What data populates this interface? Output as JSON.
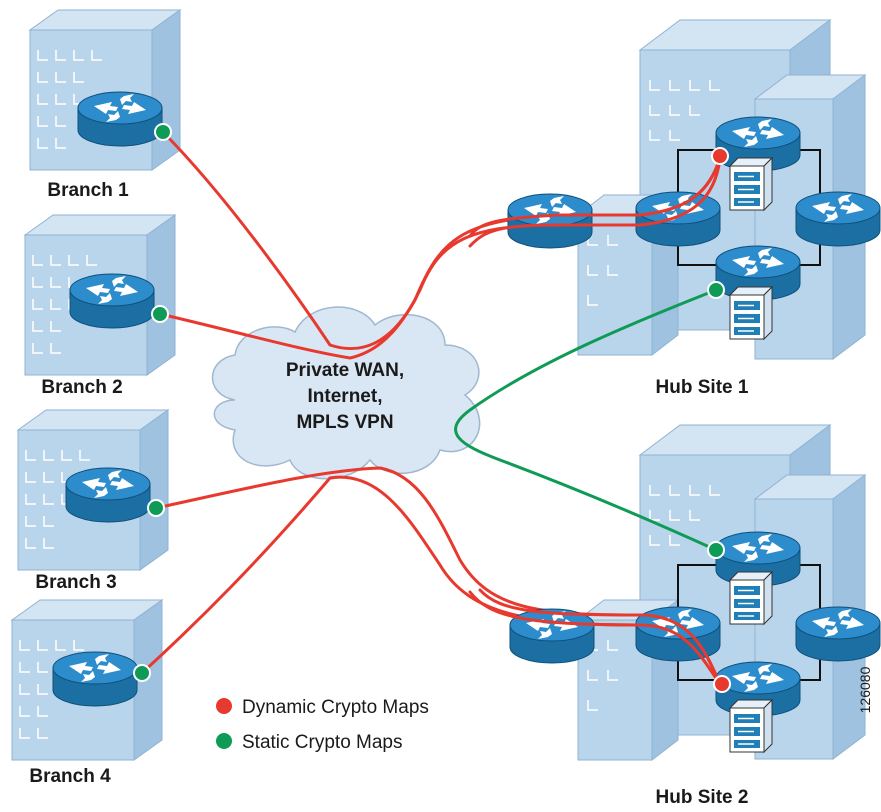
{
  "colors": {
    "dynamic": "#e8392f",
    "static": "#0f9b55",
    "router": "#1f7fb6",
    "building": "#b8d4ea",
    "cloud": "#d9e7f4"
  },
  "branches": [
    {
      "label": "Branch 1"
    },
    {
      "label": "Branch 2"
    },
    {
      "label": "Branch 3"
    },
    {
      "label": "Branch 4"
    }
  ],
  "cloud": {
    "lines": [
      "Private WAN,",
      "Internet,",
      "MPLS VPN"
    ]
  },
  "hubs": [
    {
      "label": "Hub Site 1"
    },
    {
      "label": "Hub Site 2"
    }
  ],
  "legend": [
    {
      "label": "Dynamic Crypto Maps",
      "color": "#e8392f",
      "icon": "red-dot"
    },
    {
      "label": "Static Crypto Maps",
      "color": "#0f9b55",
      "icon": "green-dot"
    }
  ],
  "figure_id": "126080"
}
